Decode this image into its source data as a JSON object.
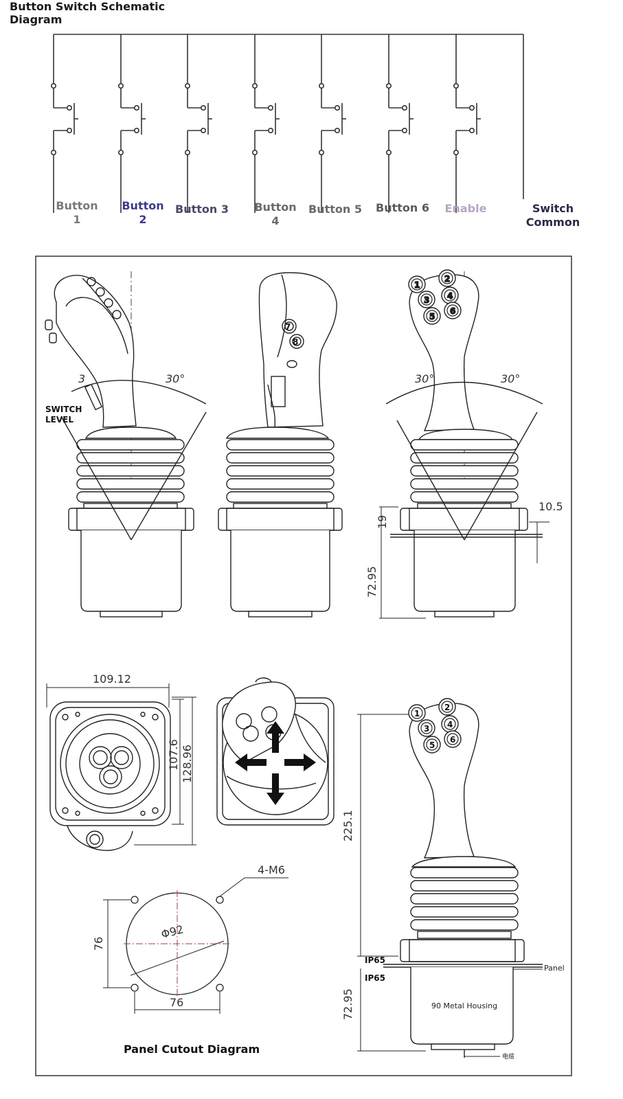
{
  "schematic": {
    "title": "Button Switch Schematic Diagram",
    "labels": [
      {
        "text": "Button\n1",
        "color": "#7a7a7a"
      },
      {
        "text": "Button\n2",
        "color": "#3d3a8a"
      },
      {
        "text": "Button 3",
        "color": "#4a4a6a"
      },
      {
        "text": "Button\n4",
        "color": "#6a6a6a"
      },
      {
        "text": "Button 5",
        "color": "#6a6a6a"
      },
      {
        "text": "Button 6",
        "color": "#5a5a5a"
      },
      {
        "text": "Enable",
        "color": "#b7a6c4"
      },
      {
        "text": "Switch Common",
        "color": "#2a2a4a"
      }
    ]
  },
  "drawing": {
    "angle_left": "30°",
    "angle_left_partial": "3",
    "angle_right": "30°",
    "switch_level": "SWITCH\nLEVEL",
    "dim_10_5": "10.5",
    "dim_19": "19",
    "dim_72_95_top": "72.95",
    "dim_109_12": "109.12",
    "dim_107_6": "107.6",
    "dim_128_96": "128.96",
    "dim_225_1": "225.1",
    "dim_4_m6": "4-M6",
    "dim_phi92": "Φ92",
    "dim_76_v": "76",
    "dim_76_h": "76",
    "ip65_a": "IP65",
    "ip65_b": "IP65",
    "panel": "Panel",
    "housing": "90 Metal Housing",
    "dim_72_95_bottom": "72.95",
    "cable": "电缆",
    "button_numbers": [
      "1",
      "2",
      "3",
      "4",
      "5",
      "6"
    ],
    "side_buttons": [
      "7",
      "8"
    ],
    "panel_cutout_caption": "Panel Cutout Diagram"
  }
}
